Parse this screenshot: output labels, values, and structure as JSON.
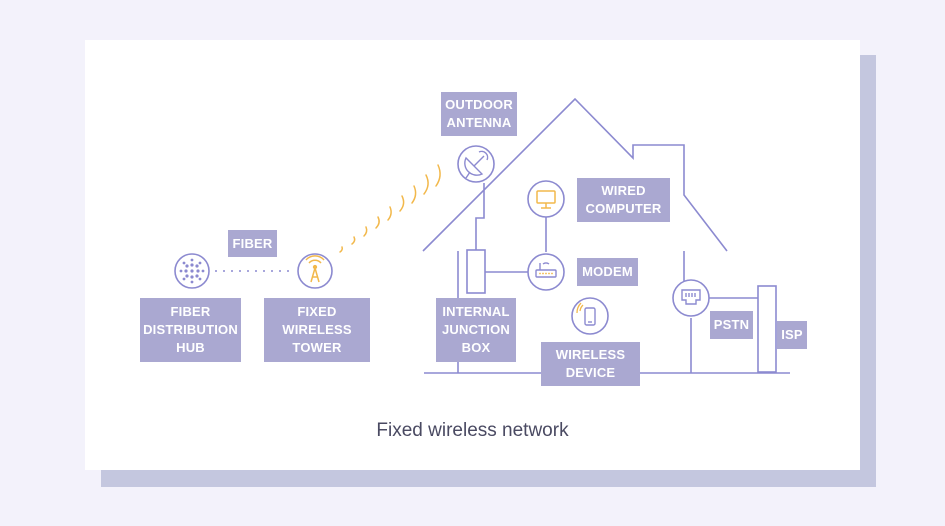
{
  "diagram": {
    "caption": "Fixed wireless network",
    "labels": {
      "fiber": "FIBER",
      "fiber_hub": "FIBER\nDISTRIBUTION\nHUB",
      "fixed_tower": "FIXED\nWIRELESS\nTOWER",
      "outdoor_antenna": "OUTDOOR\nANTENNA",
      "wired_computer": "WIRED\nCOMPUTER",
      "modem": "MODEM",
      "internal_junction_box": "INTERNAL\nJUNCTION\nBOX",
      "wireless_device": "WIRELESS\nDEVICE",
      "pstn": "PSTN",
      "isp": "ISP"
    },
    "colors": {
      "line": "#8c8ad0",
      "label_bg": "#aaa8d1",
      "accent": "#f2b84b",
      "shadow": "#c4c7df"
    }
  }
}
